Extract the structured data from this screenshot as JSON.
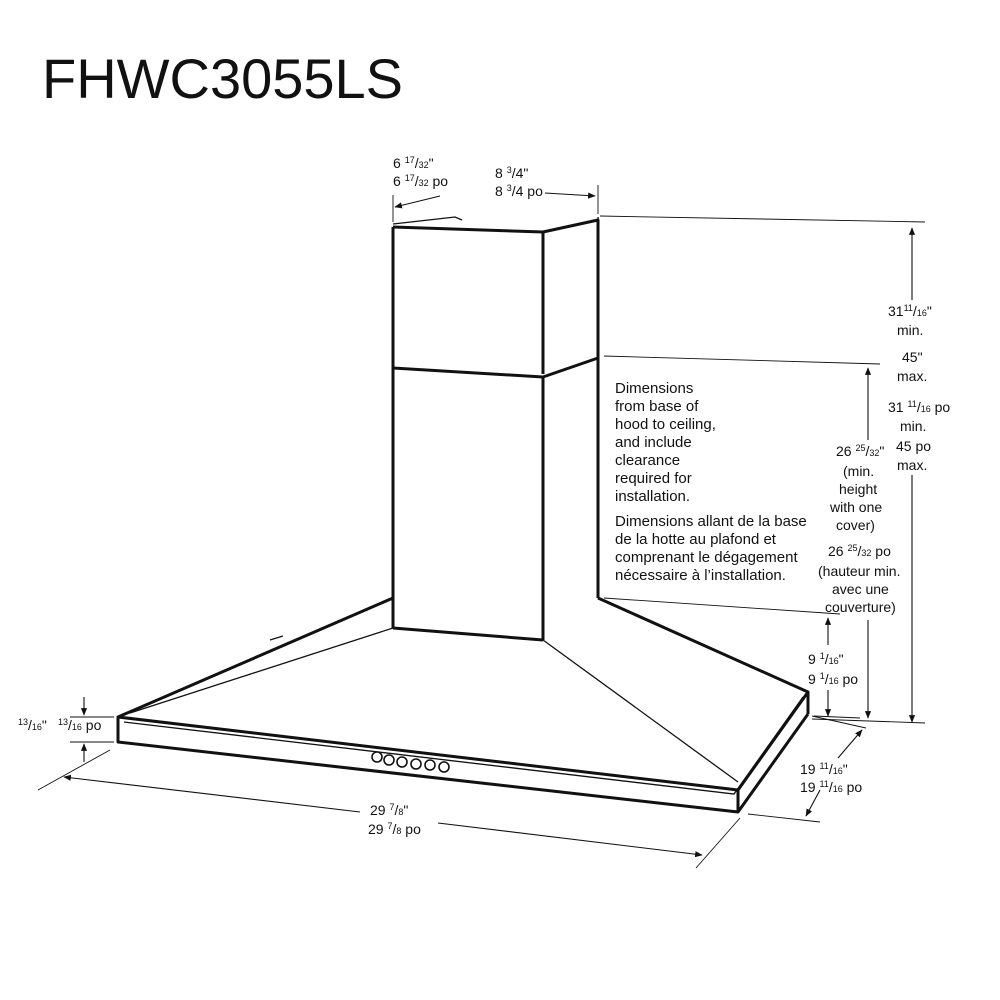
{
  "title": "FHWC3055LS",
  "labels": {
    "duct_side_in": {
      "a": "6 ",
      "b": "17",
      "c": "/",
      "d": "32",
      "e": "\""
    },
    "duct_side_po": {
      "a": "6 ",
      "b": "17",
      "c": "/",
      "d": "32",
      "e": " po"
    },
    "duct_front_in": {
      "a": "8 ",
      "b": "3",
      "c": "/",
      "d": "4",
      "e": "\""
    },
    "duct_front_po": {
      "a": "8 ",
      "b": "3",
      "c": "/",
      "d": "4",
      "e": " po"
    },
    "total_min_in": {
      "a": "31",
      "b": "11",
      "c": "/",
      "d": "16",
      "e": "\""
    },
    "min_1": "min.",
    "max_in": "45\"",
    "max_1": "max.",
    "total_min_po": {
      "a": "31 ",
      "b": "11",
      "c": "/",
      "d": "16",
      "e": " po"
    },
    "min_2": "min.",
    "max_po": "45 po",
    "max_2": "max.",
    "one_cover_in": {
      "a": "26 ",
      "b": "25",
      "c": "/",
      "d": "32",
      "e": "\""
    },
    "one_cover_en": [
      "(min.",
      "height",
      "with one",
      "cover)"
    ],
    "one_cover_po": {
      "a": "26 ",
      "b": "25",
      "c": "/",
      "d": "32",
      "e": " po"
    },
    "one_cover_fr": [
      "(hauteur min.",
      "avec une",
      "couverture)"
    ],
    "canopy_in": {
      "a": "9 ",
      "b": "1",
      "c": "/",
      "d": "16",
      "e": "\""
    },
    "canopy_po": {
      "a": "9 ",
      "b": "1",
      "c": "/",
      "d": "16",
      "e": " po"
    },
    "rim_in": {
      "b": "13",
      "c": "/",
      "d": "16",
      "e": "\""
    },
    "rim_po": {
      "b": "13",
      "c": "/",
      "d": "16",
      "e": " po"
    },
    "depth_in": {
      "a": "19 ",
      "b": "11",
      "c": "/",
      "d": "16",
      "e": "\""
    },
    "depth_po": {
      "a": "19 ",
      "b": "11",
      "c": "/",
      "d": "16",
      "e": " po"
    },
    "width_in": {
      "a": "29 ",
      "b": "7",
      "c": "/",
      "d": "8",
      "e": "\""
    },
    "width_po": {
      "a": "29 ",
      "b": "7",
      "c": "/",
      "d": "8",
      "e": " po"
    }
  },
  "note_en": [
    "Dimensions",
    "from base of",
    "hood to ceiling,",
    "and include",
    "clearance",
    "required for",
    "installation."
  ],
  "note_fr": [
    "Dimensions allant de la base",
    "de la hotte au plafond et",
    "comprenant le dégagement",
    "nécessaire à l’installation."
  ]
}
